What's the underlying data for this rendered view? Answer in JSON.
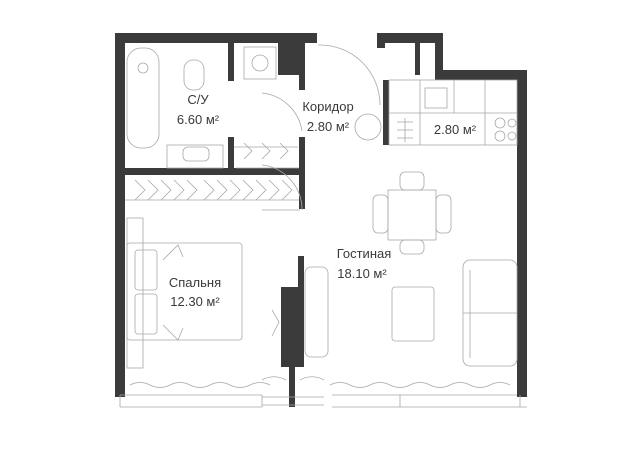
{
  "plan": {
    "rooms": [
      {
        "id": "bathroom",
        "name": "С/У",
        "area": "6.60 м²"
      },
      {
        "id": "corridor",
        "name": "Коридор",
        "area": "2.80 м²"
      },
      {
        "id": "kitchen",
        "name": "",
        "area": "2.80 м²"
      },
      {
        "id": "living",
        "name": "Гостиная",
        "area": "18.10 м²"
      },
      {
        "id": "bedroom",
        "name": "Спальня",
        "area": "12.30 м²"
      }
    ],
    "colors": {
      "wall": "#3b3b3c",
      "furniture": "#a8a8a8",
      "text": "#3a3a3a"
    }
  }
}
